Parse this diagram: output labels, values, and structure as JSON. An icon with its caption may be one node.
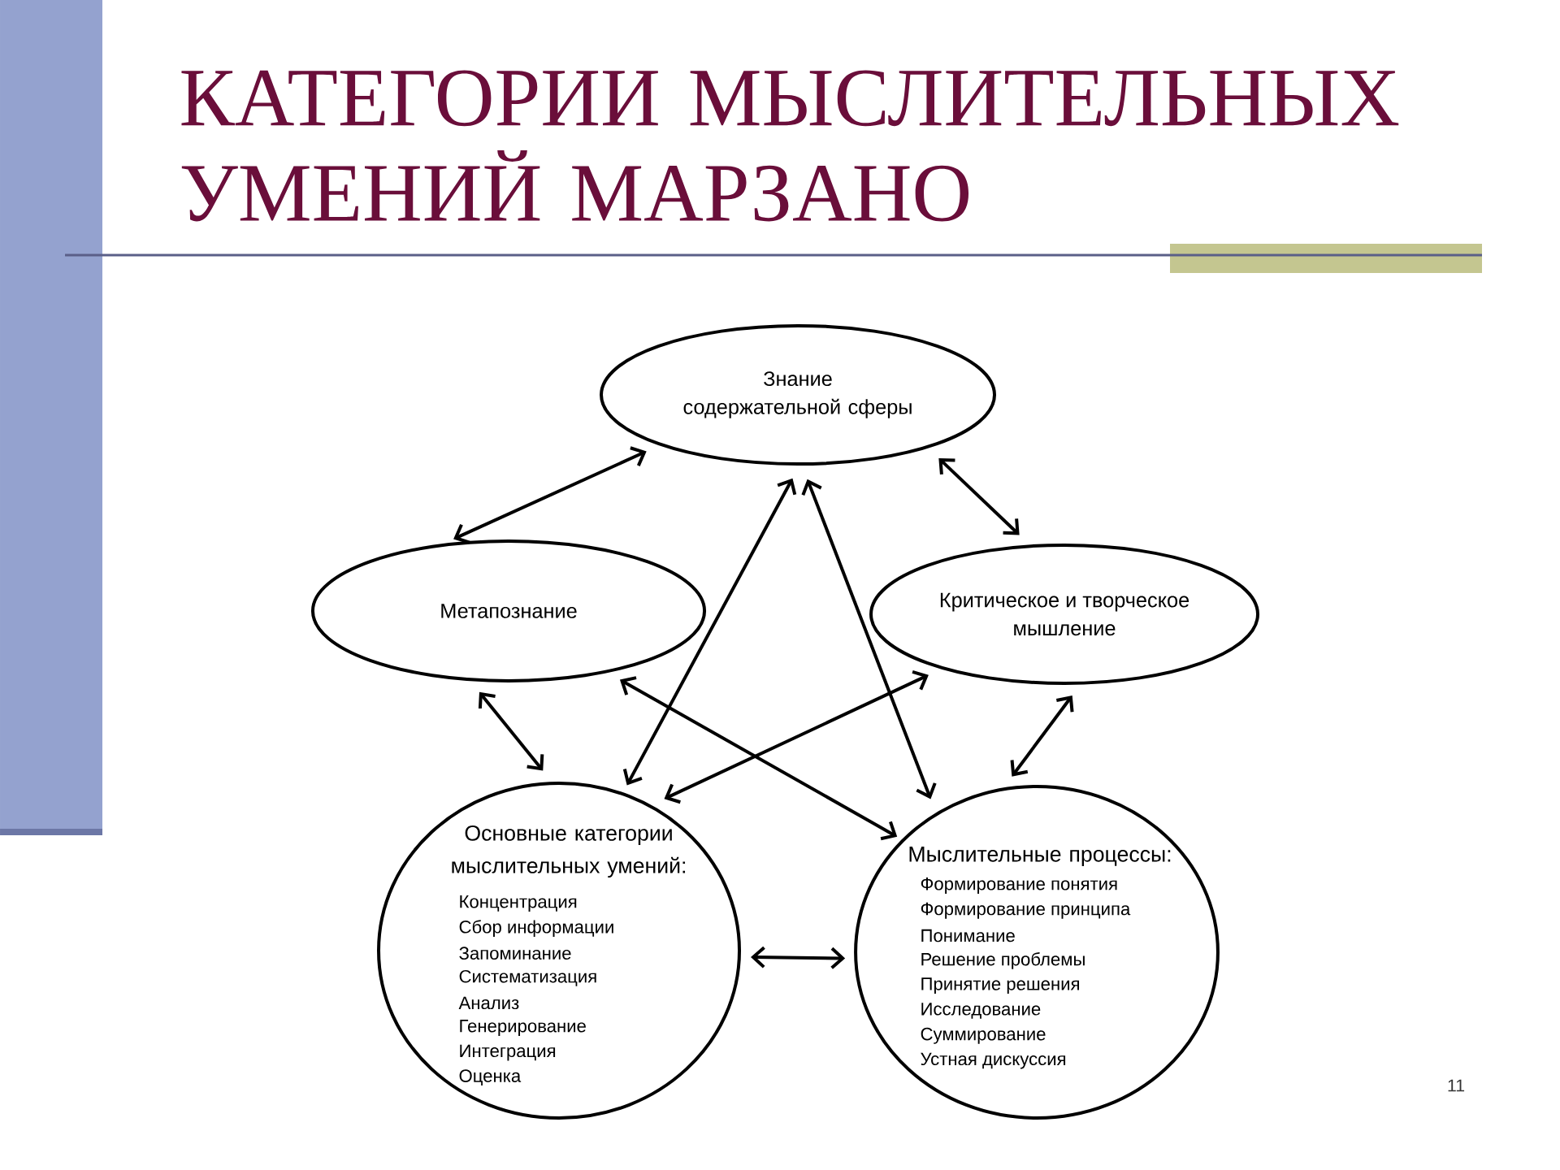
{
  "diagram": {
    "title": "КАТЕГОРИИ МЫСЛИТЕЛЬНЫХ УМЕНИЙ МАРЗАНО",
    "nodes": [
      {
        "text": [
          "Знание содержательной сферы"
        ]
      },
      {
        "text": [
          "Метапознание"
        ]
      },
      {
        "text": [
          "Критическое и творческое мышление"
        ]
      },
      {
        "text": [
          "Основные категории мыслительных умений:",
          "Концентрация",
          "Сбор информации",
          "Запоминание",
          "Систематизация",
          "Анализ",
          "Генерирование",
          "Интеграция",
          "Оценка"
        ]
      },
      {
        "text": [
          "Мыслительные процессы:",
          "Формирование понятия",
          "Формирование принципа",
          "Понимание",
          "Решение проблемы",
          "Принятие решения",
          "Исследование",
          "Суммирование",
          "Устная дискуссия"
        ]
      }
    ],
    "edges": [
      {
        "from": 0,
        "to": 1,
        "arrow": "both"
      },
      {
        "from": 0,
        "to": 2,
        "arrow": "both"
      },
      {
        "from": 1,
        "to": 3,
        "arrow": "both"
      },
      {
        "from": 2,
        "to": 4,
        "arrow": "both"
      },
      {
        "from": 0,
        "to": 3,
        "arrow": "both"
      },
      {
        "from": 0,
        "to": 4,
        "arrow": "both"
      },
      {
        "from": 1,
        "to": 4,
        "arrow": "both"
      },
      {
        "from": 2,
        "to": 3,
        "arrow": "both"
      },
      {
        "from": 3,
        "to": 4,
        "arrow": "both"
      }
    ],
    "labels": [
      "11"
    ]
  }
}
